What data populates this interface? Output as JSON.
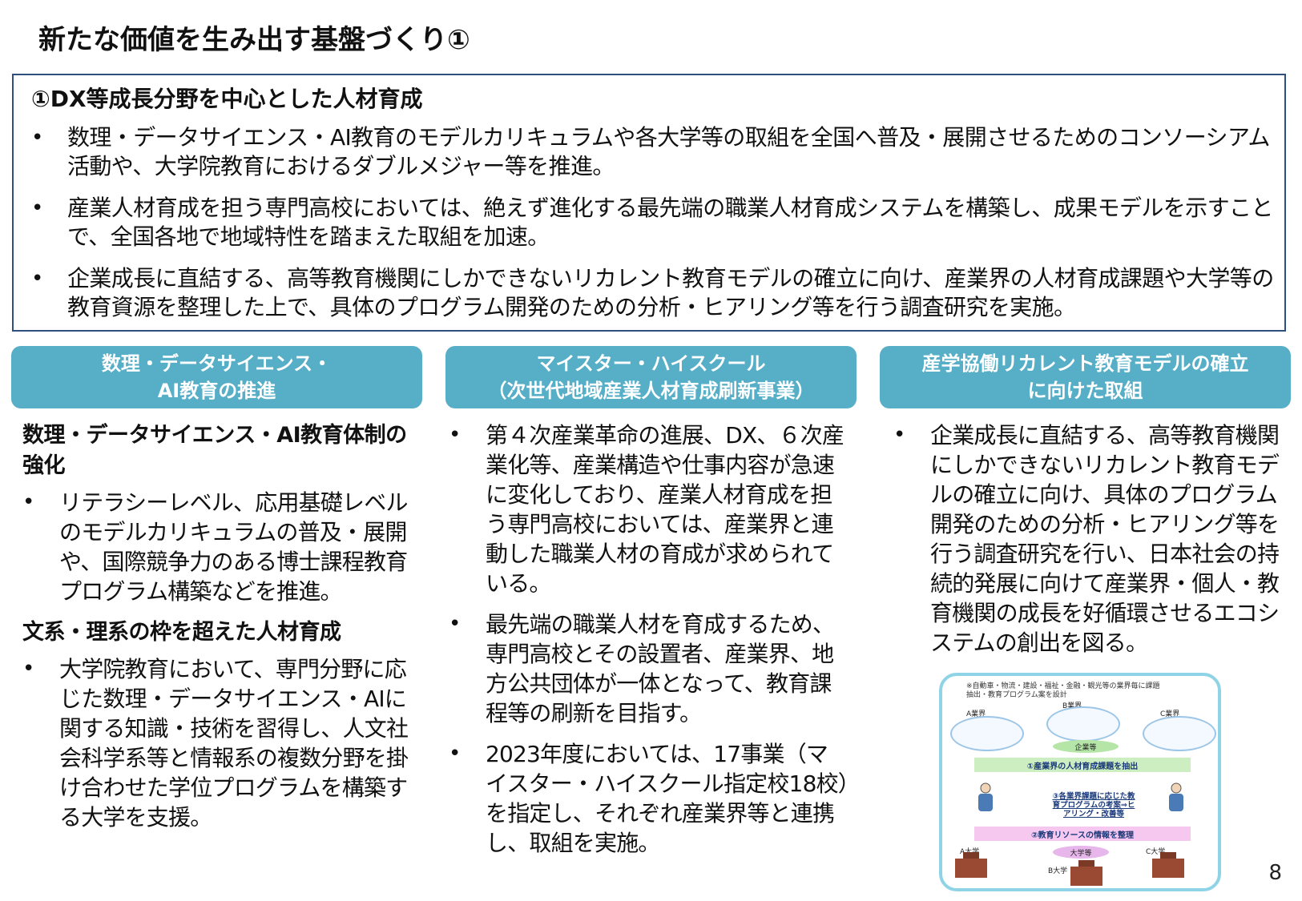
{
  "page": {
    "title": "新たな価値を生み出す基盤づくり①",
    "page_number": "8"
  },
  "summary": {
    "heading": "①DX等成長分野を中心とした人材育成",
    "bullet": "•",
    "bullets": [
      "数理・データサイエンス・AI教育のモデルカリキュラムや各大学等の取組を全国へ普及・展開させるためのコンソーシアム活動や、大学院教育におけるダブルメジャー等を推進。",
      "産業人材育成を担う専門高校においては、絶えず進化する最先端の職業人材育成システムを構築し、成果モデルを示すことで、全国各地で地域特性を踏まえた取組を加速。",
      "企業成長に直結する、高等教育機関にしかできないリカレント教育モデルの確立に向け、産業界の人材育成課題や大学等の教育資源を整理した上で、具体のプログラム開発のための分析・ヒアリング等を行う調査研究を実施。"
    ]
  },
  "columns": [
    {
      "header_line1": "数理・データサイエンス・",
      "header_line2": "AI教育の推進",
      "subhead1": "数理・データサイエンス・AI教育体制の強化",
      "bullet1": "リテラシーレベル、応用基礎レベルのモデルカリキュラムの普及・展開や、国際競争力のある博士課程教育プログラム構築などを推進。",
      "subhead2": "文系・理系の枠を超えた人材育成",
      "bullet2": "大学院教育において、専門分野に応じた数理・データサイエンス・AIに関する知識・技術を習得し、人文社会科学系等と情報系の複数分野を掛け合わせた学位プログラムを構築する大学を支援。"
    },
    {
      "header_line1": "マイスター・ハイスクール",
      "header_line2": "（次世代地域産業人材育成刷新事業）",
      "bullet1": "第４次産業革命の進展、DX、６次産業化等、産業構造や仕事内容が急速に変化しており、産業人材育成を担う専門高校においては、産業界と連動した職業人材の育成が求められている。",
      "bullet2": "最先端の職業人材を育成するため、専門高校とその設置者、産業界、地方公共団体が一体となって、教育課程等の刷新を目指す。",
      "bullet3": "2023年度においては、17事業（マイスター・ハイスクール指定校18校）を指定し、それぞれ産業界等と連携し、取組を実施。"
    },
    {
      "header_line1": "産学協働リカレント教育モデルの確立",
      "header_line2": "に向けた取組",
      "bullet1": "企業成長に直結する、高等教育機関にしかできないリカレント教育モデルの確立に向け、具体のプログラム開発のための分析・ヒアリング等を行う調査研究を行い、日本社会の持続的発展に向けて産業界・個人・教育機関の成長を好循環させるエコシステムの創出を図る。"
    }
  ],
  "illustration": {
    "note": "※自動車・物流・建設・福祉・金融・観光等の業界毎に課題抽出・教育プログラム案を設計",
    "industry_a": "A業界",
    "industry_b": "B業界",
    "industry_c": "C業界",
    "companies": "企業等",
    "step1": "①産業界の人材育成課題を抽出",
    "step3": "③各業界課題に応じた教育プログラムの考案⇒ヒアリング・改善等",
    "step2": "②教育リソースの情報を整理",
    "univ_a": "A大学",
    "univ_b": "B大学",
    "univ_c": "C大学",
    "universities": "大学等",
    "colors": {
      "header_bg": "#56aec7",
      "frame": "#8fd3e6",
      "green_band": "#cdeec0",
      "pink_band": "#f6c8f0",
      "box_border": "#2f4f7f"
    }
  }
}
